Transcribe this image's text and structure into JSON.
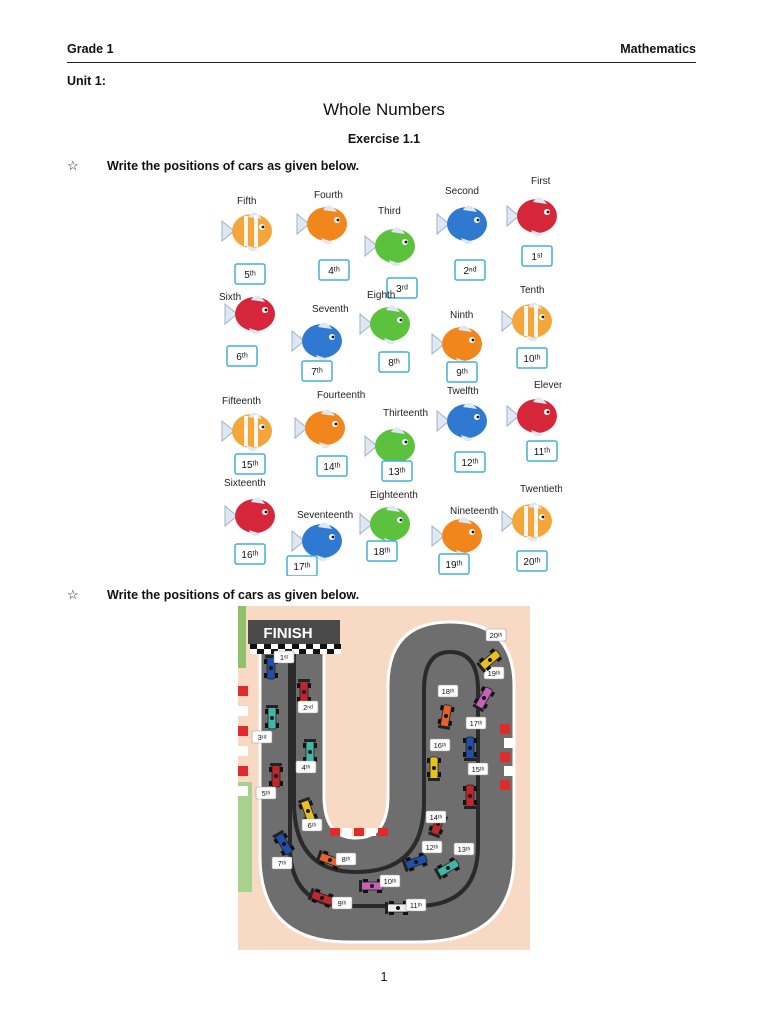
{
  "header": {
    "left": "Grade 1",
    "right": "Mathematics"
  },
  "unit_label": "Unit 1:",
  "title": "Whole Numbers",
  "exercise": "Exercise 1.1",
  "question_marker": "☆",
  "questions": [
    "Write the positions of cars as given below.",
    "Write the positions of cars as given below."
  ],
  "fish": [
    {
      "word": "Fifth",
      "answer": "5ᵗʰ",
      "color": "#f4a63a"
    },
    {
      "word": "Fourth",
      "answer": "4ᵗʰ",
      "color": "#f0861c"
    },
    {
      "word": "Third",
      "answer": "3ʳᵈ",
      "color": "#5cc23e"
    },
    {
      "word": "Second",
      "answer": "2ⁿᵈ",
      "color": "#2f7ad0"
    },
    {
      "word": "First",
      "answer": "1ˢᵗ",
      "color": "#d6263a"
    },
    {
      "word": "Sixth",
      "answer": "6ᵗʰ",
      "color": "#d6263a"
    },
    {
      "word": "Seventh",
      "answer": "7ᵗʰ",
      "color": "#2f7ad0"
    },
    {
      "word": "Eighth",
      "answer": "8ᵗʰ",
      "color": "#5cc23e"
    },
    {
      "word": "Ninth",
      "answer": "9ᵗʰ",
      "color": "#f0861c"
    },
    {
      "word": "Tenth",
      "answer": "10ᵗʰ",
      "color": "#f4a63a"
    },
    {
      "word": "Fifteenth",
      "answer": "15ᵗʰ",
      "color": "#f4a63a"
    },
    {
      "word": "Fourteenth",
      "answer": "14ᵗʰ",
      "color": "#f0861c"
    },
    {
      "word": "Thirteenth",
      "answer": "13ᵗʰ",
      "color": "#5cc23e"
    },
    {
      "word": "Twelfth",
      "answer": "12ᵗʰ",
      "color": "#2f7ad0"
    },
    {
      "word": "Eleventh",
      "answer": "11ᵗʰ",
      "color": "#d6263a"
    },
    {
      "word": "Sixteenth",
      "answer": "16ᵗʰ",
      "color": "#d6263a"
    },
    {
      "word": "Seventeenth",
      "answer": "17ᵗʰ",
      "color": "#2f7ad0"
    },
    {
      "word": "Eighteenth",
      "answer": "18ᵗʰ",
      "color": "#5cc23e"
    },
    {
      "word": "Nineteenth",
      "answer": "19ᵗʰ",
      "color": "#f0861c"
    },
    {
      "word": "Twentieth",
      "answer": "20ᵗʰ",
      "color": "#f4a63a"
    }
  ],
  "race": {
    "finish_label": "FINISH",
    "cars": [
      {
        "label": "1ˢᵗ",
        "color": "#1f4fa8"
      },
      {
        "label": "2ⁿᵈ",
        "color": "#c0272d"
      },
      {
        "label": "3ʳᵈ",
        "color": "#3fb7a8"
      },
      {
        "label": "4ᵗʰ",
        "color": "#3fb7a8"
      },
      {
        "label": "5ᵗʰ",
        "color": "#c0272d"
      },
      {
        "label": "6ᵗʰ",
        "color": "#e8c21a"
      },
      {
        "label": "7ᵗʰ",
        "color": "#1f4fa8"
      },
      {
        "label": "8ᵗʰ",
        "color": "#e2632a"
      },
      {
        "label": "9ᵗʰ",
        "color": "#c0272d"
      },
      {
        "label": "10ᵗʰ",
        "color": "#c85fb8"
      },
      {
        "label": "11ᵗʰ",
        "color": "#eeeeee"
      },
      {
        "label": "12ᵗʰ",
        "color": "#1f4fa8"
      },
      {
        "label": "13ᵗʰ",
        "color": "#3fb7a8"
      },
      {
        "label": "14ᵗʰ",
        "color": "#c0272d"
      },
      {
        "label": "15ᵗʰ",
        "color": "#c0272d"
      },
      {
        "label": "16ᵗʰ",
        "color": "#e8c21a"
      },
      {
        "label": "17ᵗʰ",
        "color": "#1f4fa8"
      },
      {
        "label": "18ᵗʰ",
        "color": "#e2632a"
      },
      {
        "label": "19ᵗʰ",
        "color": "#c85fb8"
      },
      {
        "label": "20ᵗʰ",
        "color": "#e8c21a"
      }
    ]
  },
  "page_number": "1"
}
